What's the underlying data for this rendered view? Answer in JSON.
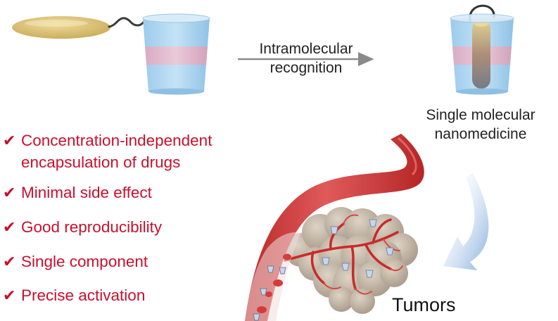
{
  "labels": {
    "arrow": [
      "Intramolecular",
      "recognition"
    ],
    "product": [
      "Single molecular",
      "nanomedicine"
    ],
    "tumors": "Tumors"
  },
  "features": [
    [
      "Concentration-independent",
      "encapsulation of drugs"
    ],
    [
      "Minimal side effect"
    ],
    [
      "Good reproducibility"
    ],
    [
      "Single component"
    ],
    [
      "Precise activation"
    ]
  ],
  "check_symbol": "✔",
  "colors": {
    "feature_text": "#c8102e",
    "cup_blue": "#a9d2ee",
    "cup_pink_band": "#e8b4c6",
    "capsule": "#d9c27a",
    "vessel": "#cf3a3a",
    "tumor": "#c9bfb0"
  },
  "icons": [
    "capsule-with-tether",
    "cup",
    "arrow-right",
    "cup-with-inserted-capsule",
    "curved-arrow",
    "blood-vessel",
    "tumor-mass"
  ]
}
